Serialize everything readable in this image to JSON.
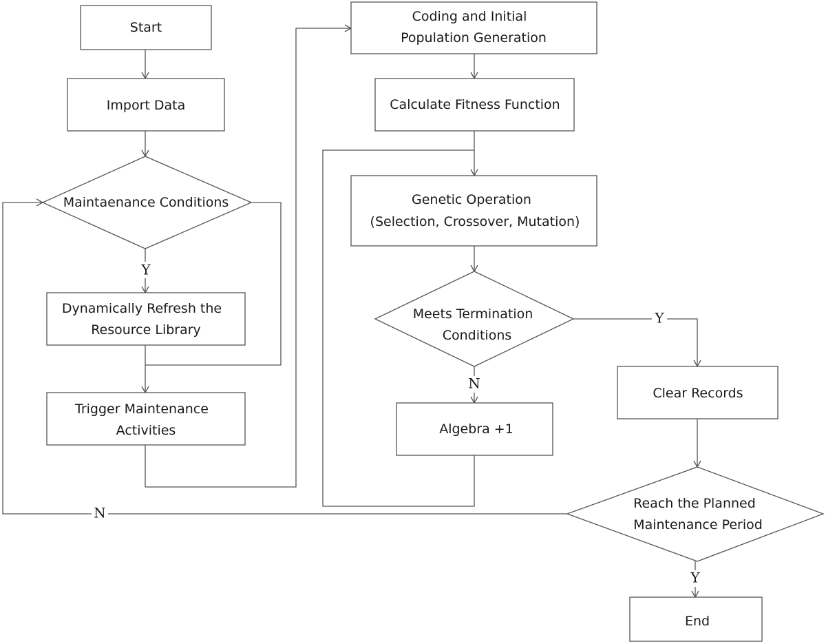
{
  "nodes": {
    "start": [
      "Start"
    ],
    "import_data": [
      "Import Data"
    ],
    "maintenance_conditions": [
      "Maintaenance Conditions"
    ],
    "refresh_library": [
      "Dynamically Refresh the",
      "Resource Library"
    ],
    "trigger_maintenance": [
      "Trigger Maintenance",
      "Activities"
    ],
    "coding_init": [
      "Coding and Initial",
      "Population Generation"
    ],
    "fitness": [
      "Calculate Fitness Function"
    ],
    "genetic_op": [
      "Genetic Operation",
      "(Selection, Crossover, Mutation)"
    ],
    "termination": [
      "Meets Termination",
      "Conditions"
    ],
    "algebra": [
      "Algebra +1"
    ],
    "clear_records": [
      "Clear Records"
    ],
    "planned_period": [
      "Reach the Planned",
      "Maintenance Period"
    ],
    "end": [
      "End"
    ]
  },
  "branch_labels": {
    "maint_yes": "Y",
    "term_yes": "Y",
    "term_no": "N",
    "period_no": "N",
    "period_yes": "Y"
  }
}
